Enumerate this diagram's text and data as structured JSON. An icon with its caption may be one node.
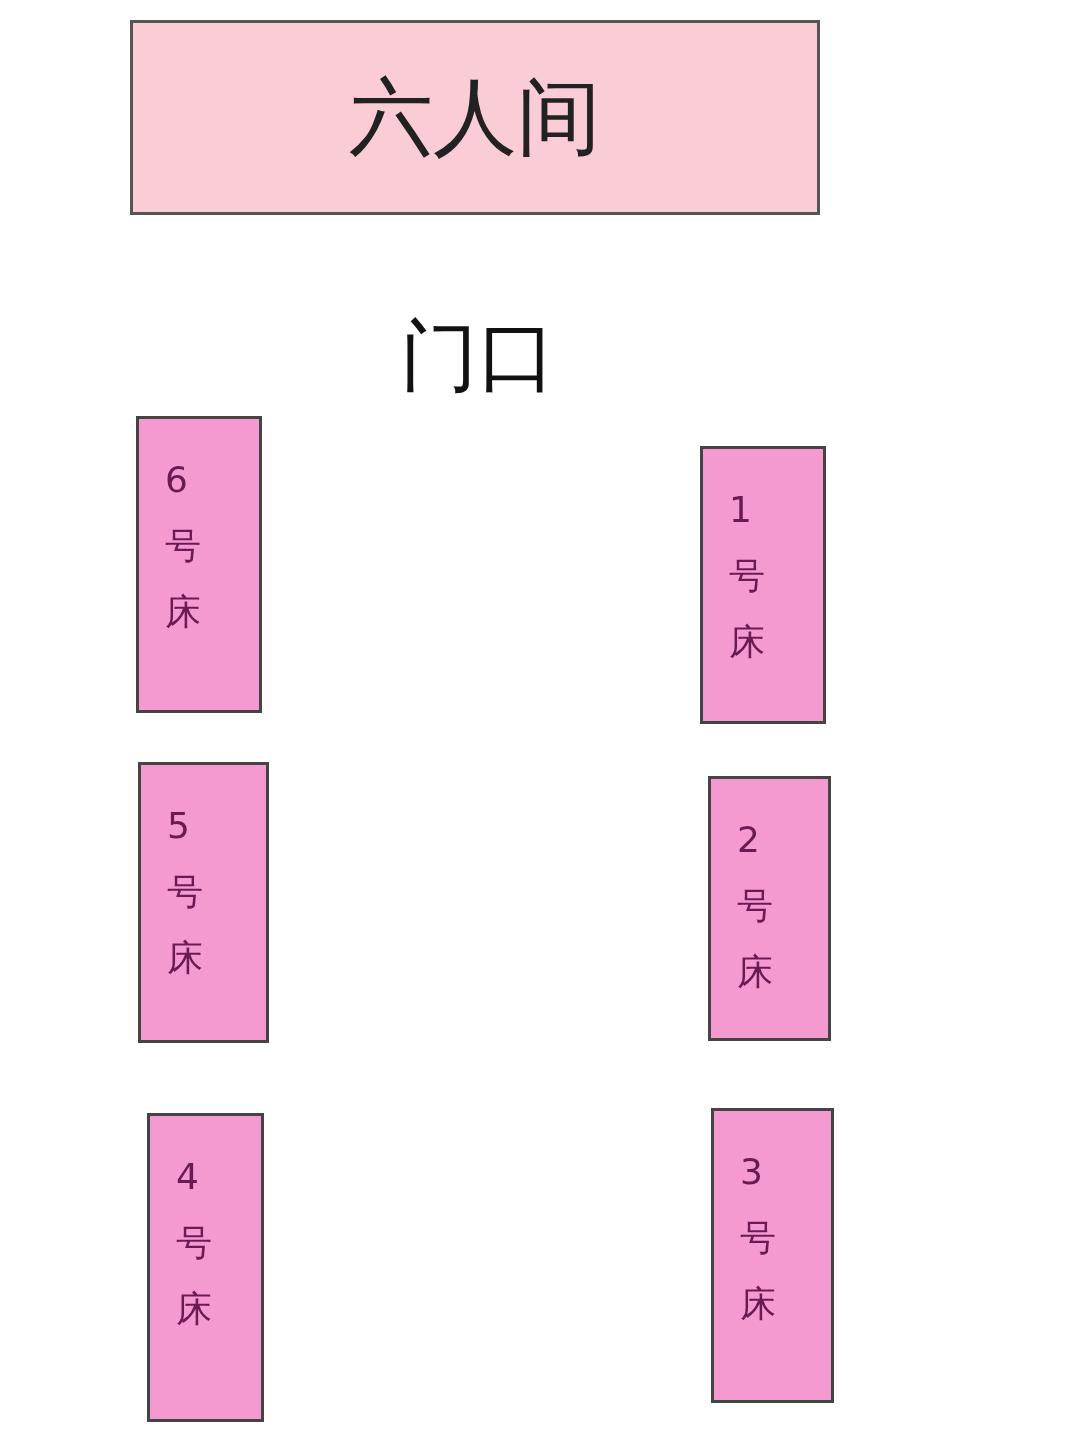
{
  "diagram": {
    "nodes": [
      {
        "text": [
          "六人间"
        ]
      },
      {
        "text": [
          "6号床"
        ]
      },
      {
        "text": [
          "1号床"
        ]
      },
      {
        "text": [
          "5号床"
        ]
      },
      {
        "text": [
          "2号床"
        ]
      },
      {
        "text": [
          "4号床"
        ]
      },
      {
        "text": [
          "3号床"
        ]
      }
    ],
    "labels": [
      "门口"
    ]
  }
}
